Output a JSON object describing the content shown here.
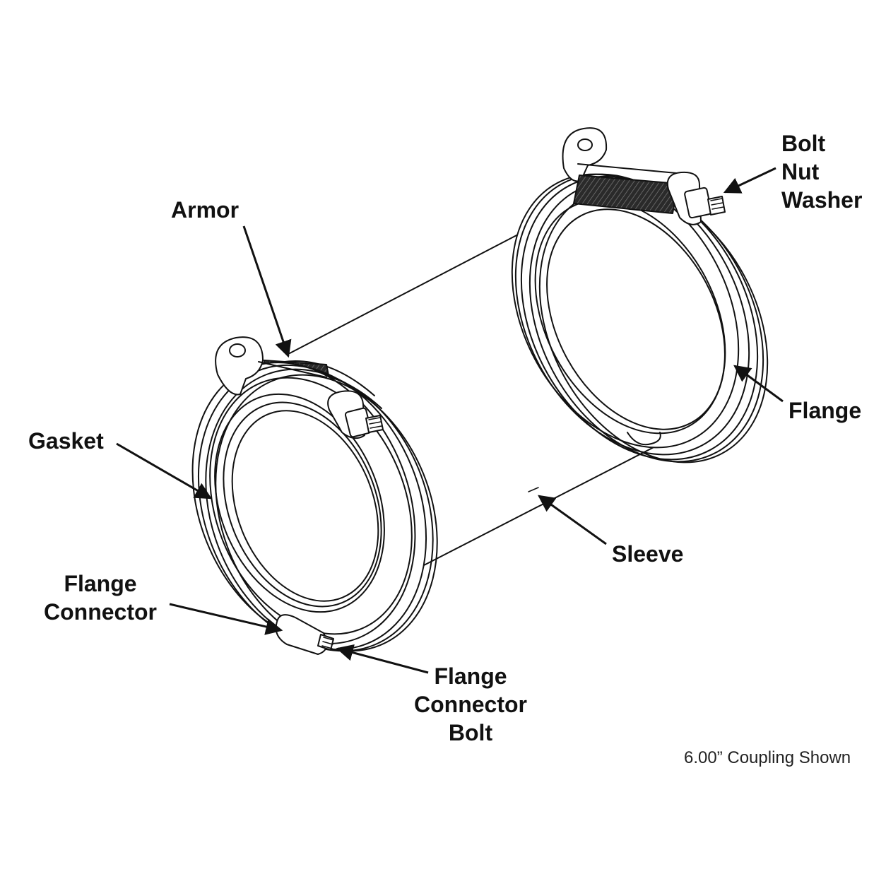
{
  "labels": {
    "bolt_nut_washer": [
      "Bolt",
      "Nut",
      "Washer"
    ],
    "armor": "Armor",
    "gasket": "Gasket",
    "flange": "Flange",
    "sleeve": "Sleeve",
    "flange_connector": [
      "Flange",
      "Connector"
    ],
    "flange_connector_bolt": [
      "Flange",
      "Connector",
      "Bolt"
    ]
  },
  "caption": "6.00” Coupling Shown",
  "colors": {
    "line": "#111111",
    "background": "#ffffff",
    "gasket_dark": "#2a2a2a"
  }
}
